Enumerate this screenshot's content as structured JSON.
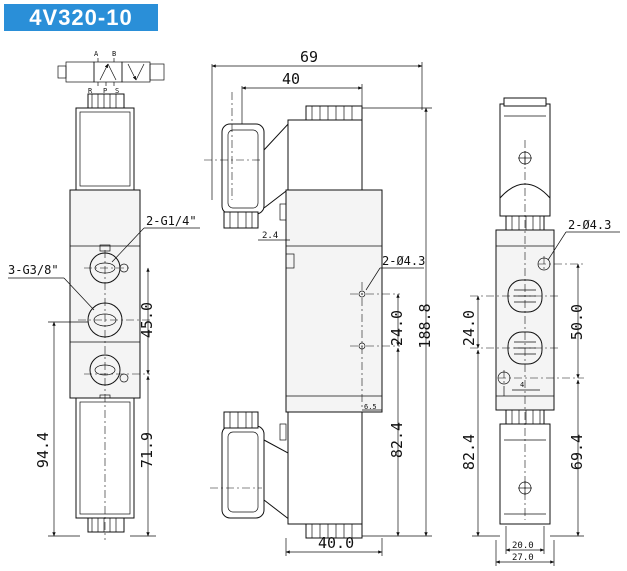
{
  "title": "4V320-10",
  "colors": {
    "title_bg": "#2a8fd8",
    "title_fg": "#ffffff",
    "line": "#111111"
  },
  "symbol": {
    "port_a": "A",
    "port_b": "B",
    "port_r": "R",
    "port_p": "P",
    "port_s": "S"
  },
  "front_view": {
    "outlet_ports": "2-G1/4\"",
    "inlet_ports": "3-G3/8\"",
    "dim_total": "94.4",
    "dim_pitch": "45.0",
    "dim_lower": "71.9"
  },
  "side_view": {
    "dim_width_total": "69",
    "dim_width_body": "40",
    "dim_base": "40.0",
    "dim_offset": "2.4",
    "mount_holes": "2-Ø4.3",
    "dim_hole_pitch": "24.0",
    "dim_height_total": "188.8",
    "dim_lower": "82.4",
    "dim_small": "6.5"
  },
  "end_view": {
    "mount_holes": "2-Ø4.3",
    "dim_port_pitch": "24.0",
    "dim_hole_pitch": "50.0",
    "dim_lower_left": "82.4",
    "dim_lower_right": "69.4",
    "dim_hole_offset": "4",
    "dim_inner_width": "20.0",
    "dim_outer_width": "27.0"
  }
}
